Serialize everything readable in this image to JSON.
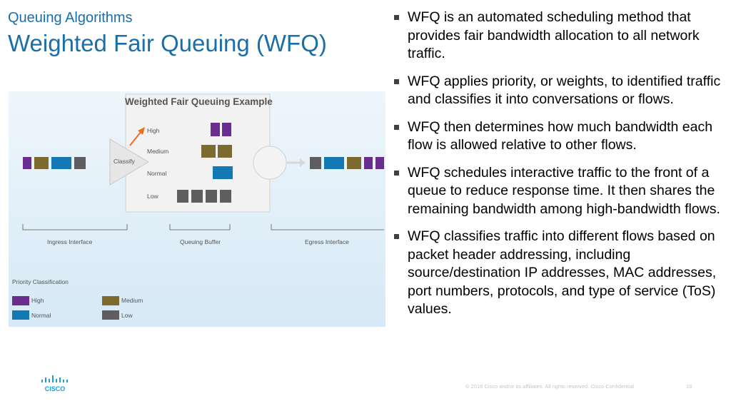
{
  "header": {
    "subtitle": "Queuing Algorithms",
    "title": "Weighted Fair Queuing (WFQ)"
  },
  "bullets": [
    "WFQ is an automated scheduling method that provides fair bandwidth allocation to all network traffic.",
    "WFQ applies priority, or weights, to identified traffic and classifies it into conversations or flows.",
    "WFQ then determines how much bandwidth each flow is allowed relative to other flows.",
    "WFQ schedules interactive traffic to the front of a queue to reduce response time.  It then shares the remaining bandwidth among high-bandwidth flows.",
    "WFQ classifies traffic into different flows based on packet header addressing, including source/destination IP addresses, MAC addresses, port numbers, protocols, and type of service (ToS) values."
  ],
  "diagram": {
    "title": "Weighted Fair Queuing Example",
    "classify_label": "Classify",
    "queues": {
      "high": "High",
      "medium": "Medium",
      "normal": "Normal",
      "low": "Low"
    },
    "interfaces": {
      "ingress": "Ingress Interface",
      "buffer": "Queuing Buffer",
      "egress": "Egress Interface"
    },
    "legend": {
      "title": "Priority Classification",
      "high": "High",
      "medium": "Medium",
      "normal": "Normal",
      "low": "Low"
    }
  },
  "colors": {
    "high": "#6a2c8e",
    "medium": "#7d6a2e",
    "normal": "#1478b5",
    "low": "#5e5e60",
    "accent": "#1b6fa8",
    "arrow": "#e8701e"
  },
  "footer": {
    "copyright": "© 2016  Cisco and/or its affiliates. All rights reserved.   Cisco Confidential",
    "page_number": "18"
  },
  "logo": {
    "text": "CISCO",
    "icon": "cisco-bridge-icon"
  }
}
